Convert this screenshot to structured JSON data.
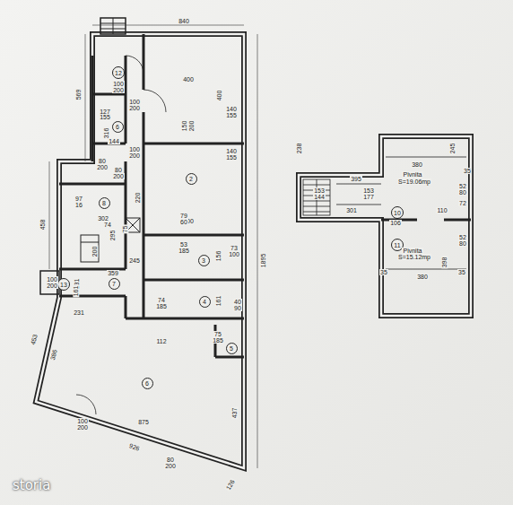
{
  "diagram": {
    "nodes": [
      {
        "text": [
          "12"
        ]
      },
      {
        "text": [
          "6"
        ]
      },
      {
        "text": [
          "2"
        ]
      },
      {
        "text": [
          "8"
        ]
      },
      {
        "text": [
          "3"
        ]
      },
      {
        "text": [
          "13"
        ]
      },
      {
        "text": [
          "7"
        ]
      },
      {
        "text": [
          "4"
        ]
      },
      {
        "text": [
          "5"
        ]
      },
      {
        "text": [
          "6"
        ]
      },
      {
        "text": [
          "10"
        ]
      },
      {
        "text": [
          "11"
        ]
      }
    ],
    "labels": [
      "840",
      "569",
      "100",
      "200",
      "127",
      "155",
      "100",
      "200",
      "316",
      "400",
      "400",
      "140",
      "155",
      "150",
      "200",
      "144",
      "100",
      "200",
      "140",
      "155",
      "80",
      "200",
      "80",
      "200",
      "97",
      "16",
      "220",
      "458",
      "302",
      "400",
      "74",
      "79",
      "60",
      "295",
      "200",
      "75",
      "53",
      "185",
      "156",
      "73",
      "100",
      "1895",
      "245",
      "100",
      "200",
      "131",
      "359",
      "161",
      "74",
      "185",
      "161",
      "40",
      "90",
      "231",
      "112",
      "75",
      "185",
      "453",
      "386",
      "437",
      "875",
      "926",
      "100",
      "200",
      "80",
      "200",
      "126",
      "238",
      "380",
      "245",
      "35",
      "Pivnita",
      "S=19.06mp",
      "153",
      "144",
      "395",
      "153",
      "177",
      "301",
      "106",
      "52",
      "80",
      "72",
      "110",
      "52",
      "80",
      "Pivnita",
      "S=15.12mp",
      "398",
      "35",
      "380",
      "35",
      "storia"
    ]
  }
}
